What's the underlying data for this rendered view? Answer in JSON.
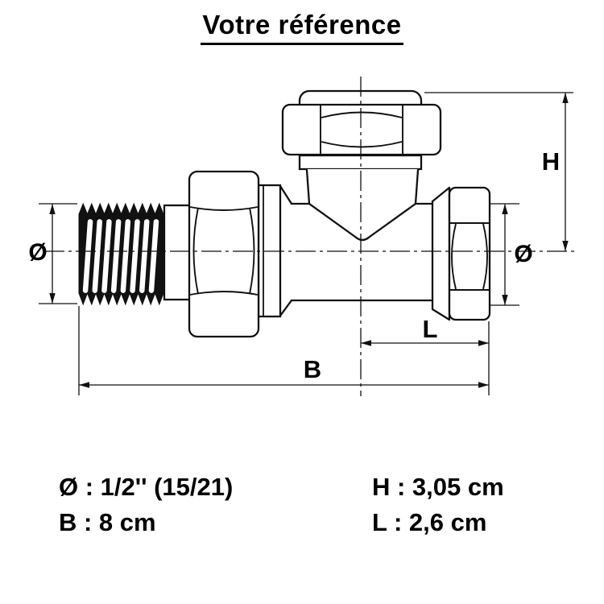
{
  "title": "Votre référence",
  "colors": {
    "ink": "#111111",
    "background": "#ffffff"
  },
  "drawing": {
    "labels": {
      "diameter_left": "Ø",
      "diameter_right": "Ø",
      "height": "H",
      "length": "L",
      "total_length": "B"
    }
  },
  "specs": {
    "diameter_line": "Ø : 1/2'' (15/21)",
    "total_length_line": "B : 8 cm",
    "height_line": "H : 3,05 cm",
    "length_line": "L : 2,6 cm"
  }
}
